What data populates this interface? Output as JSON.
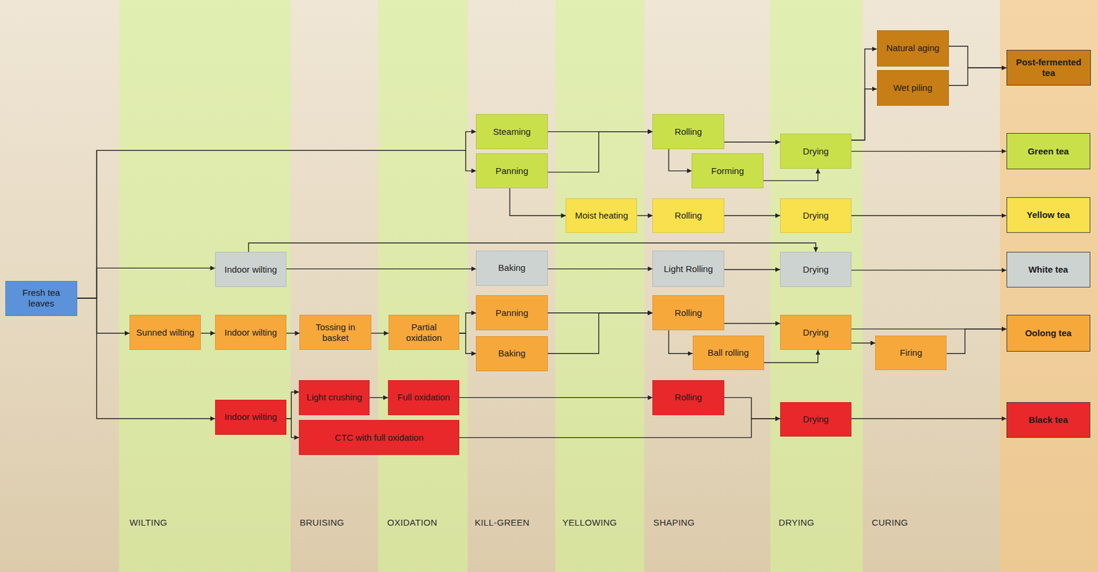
{
  "diagram": {
    "nodes": [
      {
        "text": [
          "Fresh tea leaves"
        ]
      },
      {
        "text": [
          "Natural aging"
        ]
      },
      {
        "text": [
          "Wet piling"
        ]
      },
      {
        "text": [
          "Post-fermented tea"
        ]
      },
      {
        "text": [
          "Steaming"
        ]
      },
      {
        "text": [
          "Panning"
        ]
      },
      {
        "text": [
          "Rolling"
        ]
      },
      {
        "text": [
          "Forming"
        ]
      },
      {
        "text": [
          "Drying"
        ]
      },
      {
        "text": [
          "Green tea"
        ]
      },
      {
        "text": [
          "Moist heating"
        ]
      },
      {
        "text": [
          "Rolling"
        ]
      },
      {
        "text": [
          "Drying"
        ]
      },
      {
        "text": [
          "Yellow tea"
        ]
      },
      {
        "text": [
          "Indoor wilting"
        ]
      },
      {
        "text": [
          "Baking"
        ]
      },
      {
        "text": [
          "Light Rolling"
        ]
      },
      {
        "text": [
          "Drying"
        ]
      },
      {
        "text": [
          "White tea"
        ]
      },
      {
        "text": [
          "Sunned wilting"
        ]
      },
      {
        "text": [
          "Indoor wilting"
        ]
      },
      {
        "text": [
          "Tossing in basket"
        ]
      },
      {
        "text": [
          "Partial oxidation"
        ]
      },
      {
        "text": [
          "Panning"
        ]
      },
      {
        "text": [
          "Baking"
        ]
      },
      {
        "text": [
          "Rolling"
        ]
      },
      {
        "text": [
          "Ball rolling"
        ]
      },
      {
        "text": [
          "Drying"
        ]
      },
      {
        "text": [
          "Firing"
        ]
      },
      {
        "text": [
          "Oolong tea"
        ]
      },
      {
        "text": [
          "Indoor wilting"
        ]
      },
      {
        "text": [
          "Light crushing"
        ]
      },
      {
        "text": [
          "Full oxidation"
        ]
      },
      {
        "text": [
          "CTC with full oxidation"
        ]
      },
      {
        "text": [
          "Rolling"
        ]
      },
      {
        "text": [
          "Drying"
        ]
      },
      {
        "text": [
          "Black tea"
        ]
      }
    ],
    "edges": [
      {
        "from": 0,
        "to": 4,
        "arrow": "to"
      },
      {
        "from": 0,
        "to": 5,
        "arrow": "to"
      },
      {
        "from": 0,
        "to": 14,
        "arrow": "to"
      },
      {
        "from": 0,
        "to": 19,
        "arrow": "to"
      },
      {
        "from": 0,
        "to": 30,
        "arrow": "to"
      },
      {
        "from": 4,
        "to": 6,
        "arrow": "to"
      },
      {
        "from": 5,
        "to": 6,
        "arrow": "to"
      },
      {
        "from": 5,
        "to": 10,
        "arrow": "to"
      },
      {
        "from": 6,
        "to": 8,
        "arrow": "to"
      },
      {
        "from": 6,
        "to": 7,
        "arrow": "to"
      },
      {
        "from": 7,
        "to": 8,
        "arrow": "to"
      },
      {
        "from": 8,
        "to": 1,
        "arrow": "to"
      },
      {
        "from": 8,
        "to": 2,
        "arrow": "to"
      },
      {
        "from": 8,
        "to": 9,
        "arrow": "to"
      },
      {
        "from": 1,
        "to": 3,
        "arrow": "to"
      },
      {
        "from": 2,
        "to": 3,
        "arrow": "to"
      },
      {
        "from": 10,
        "to": 11,
        "arrow": "to"
      },
      {
        "from": 11,
        "to": 12,
        "arrow": "to"
      },
      {
        "from": 12,
        "to": 13,
        "arrow": "to"
      },
      {
        "from": 14,
        "to": 15,
        "arrow": "to"
      },
      {
        "from": 14,
        "to": 17,
        "arrow": "to"
      },
      {
        "from": 15,
        "to": 16,
        "arrow": "to"
      },
      {
        "from": 16,
        "to": 17,
        "arrow": "to"
      },
      {
        "from": 17,
        "to": 18,
        "arrow": "to"
      },
      {
        "from": 19,
        "to": 20,
        "arrow": "to"
      },
      {
        "from": 20,
        "to": 21,
        "arrow": "to"
      },
      {
        "from": 21,
        "to": 22,
        "arrow": "to"
      },
      {
        "from": 22,
        "to": 23,
        "arrow": "to"
      },
      {
        "from": 22,
        "to": 24,
        "arrow": "to"
      },
      {
        "from": 23,
        "to": 25,
        "arrow": "to"
      },
      {
        "from": 24,
        "to": 25,
        "arrow": "to"
      },
      {
        "from": 25,
        "to": 27,
        "arrow": "to"
      },
      {
        "from": 25,
        "to": 26,
        "arrow": "to"
      },
      {
        "from": 26,
        "to": 27,
        "arrow": "to"
      },
      {
        "from": 27,
        "to": 29,
        "arrow": "to"
      },
      {
        "from": 27,
        "to": 28,
        "arrow": "to"
      },
      {
        "from": 28,
        "to": 29,
        "arrow": "to"
      },
      {
        "from": 30,
        "to": 31,
        "arrow": "to"
      },
      {
        "from": 30,
        "to": 33,
        "arrow": "to"
      },
      {
        "from": 31,
        "to": 32,
        "arrow": "to"
      },
      {
        "from": 32,
        "to": 34,
        "arrow": "to"
      },
      {
        "from": 34,
        "to": 35,
        "arrow": "to"
      },
      {
        "from": 33,
        "to": 35,
        "arrow": "to"
      },
      {
        "from": 35,
        "to": 36,
        "arrow": "to"
      }
    ],
    "labels": [
      "WILTING",
      "BRUISING",
      "OXIDATION",
      "KILL-GREEN",
      "YELLOWING",
      "SHAPING",
      "DRYING",
      "CURING"
    ]
  }
}
